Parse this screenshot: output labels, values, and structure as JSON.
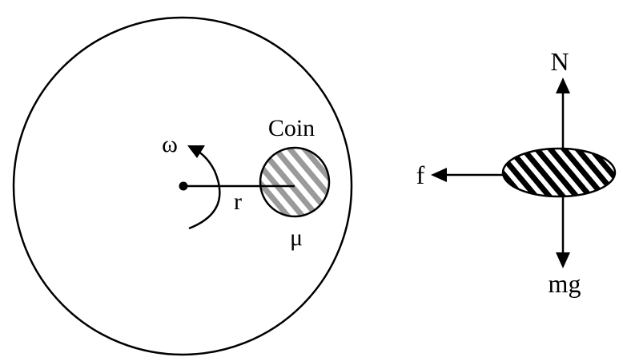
{
  "labels": {
    "omega": "ω",
    "radius": "r",
    "coin": "Coin",
    "mu": "μ",
    "normal_force": "N",
    "friction_force": "f",
    "weight": "mg"
  },
  "colors": {
    "stroke": "#000000",
    "hatch_light": "#9a9a9a",
    "hatch_dark": "#000000",
    "background": "#ffffff"
  }
}
